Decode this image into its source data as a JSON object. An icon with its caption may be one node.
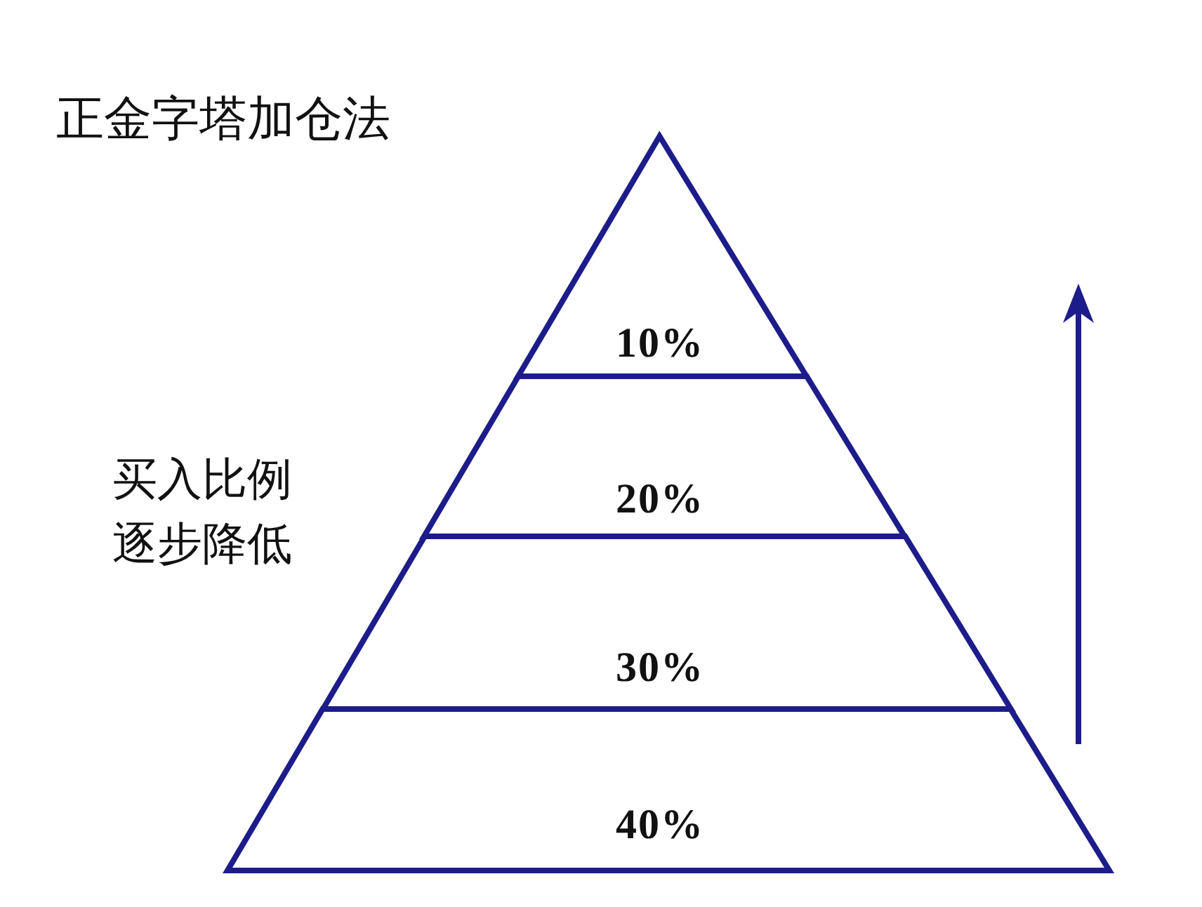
{
  "diagram": {
    "title": "正金字塔加仓法",
    "nodes": [
      {
        "text": [
          "10%"
        ]
      },
      {
        "text": [
          "20%"
        ]
      },
      {
        "text": [
          "30%"
        ]
      },
      {
        "text": [
          "40%"
        ]
      }
    ],
    "labels": [
      "买入比例逐步降低"
    ]
  }
}
